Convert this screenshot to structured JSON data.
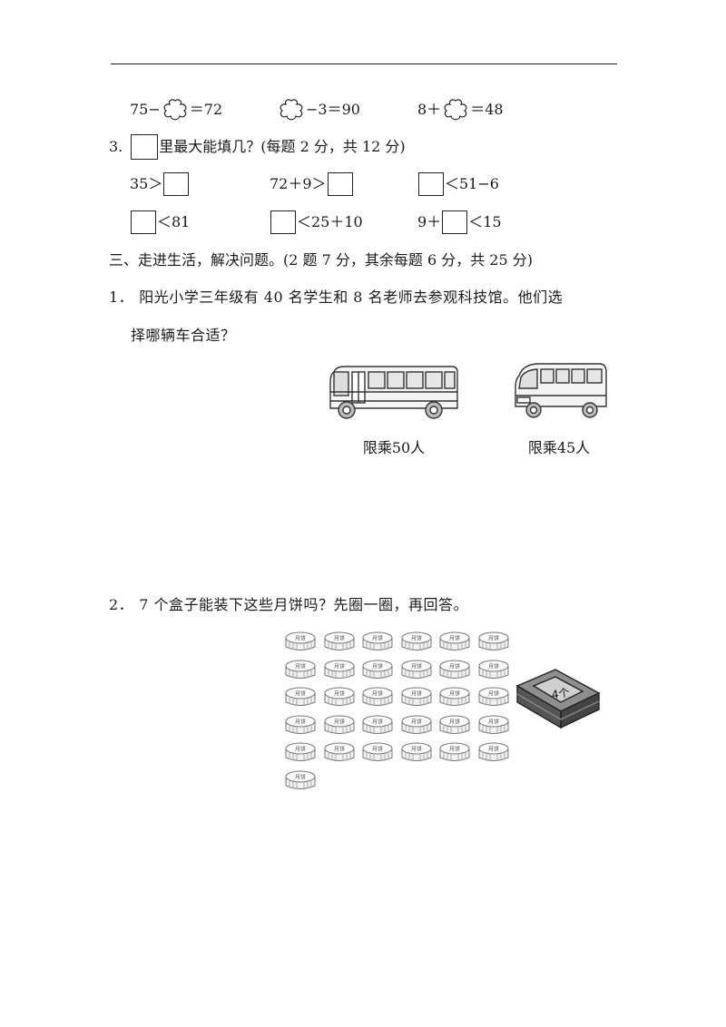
{
  "q2_row": {
    "a_left": "75−",
    "a_right": "＝72",
    "b_right": "−3＝90",
    "c_left": "8＋",
    "c_right": "＝48"
  },
  "q3": {
    "number": "3.",
    "title": "里最大能填几？(每题 2 分，共 12 分)",
    "row1": {
      "a": "35＞",
      "b": "72＋9＞",
      "c": "＜51−6"
    },
    "row2": {
      "a": "＜81",
      "b": "＜25＋10",
      "c_left": "9＋",
      "c_right": "＜15"
    }
  },
  "section3": {
    "title": "三、走进生活，解决问题。(2 题 7 分，其余每题 6 分，共 25 分)"
  },
  "p1": {
    "number": "1．",
    "line1": "阳光小学三年级有 40 名学生和 8 名老师去参观科技馆。他们选",
    "line2": "择哪辆车合适？",
    "bus1_caption": "限乘50人",
    "bus2_caption": "限乘45人"
  },
  "p2": {
    "number": "2．",
    "text": "7 个盒子能装下这些月饼吗？先圈一圈，再回答。",
    "mooncake_label": "月饼",
    "box_label": "4个"
  },
  "colors": {
    "ink": "#1a1a1a",
    "figure_gray": "#9a9a9a"
  }
}
